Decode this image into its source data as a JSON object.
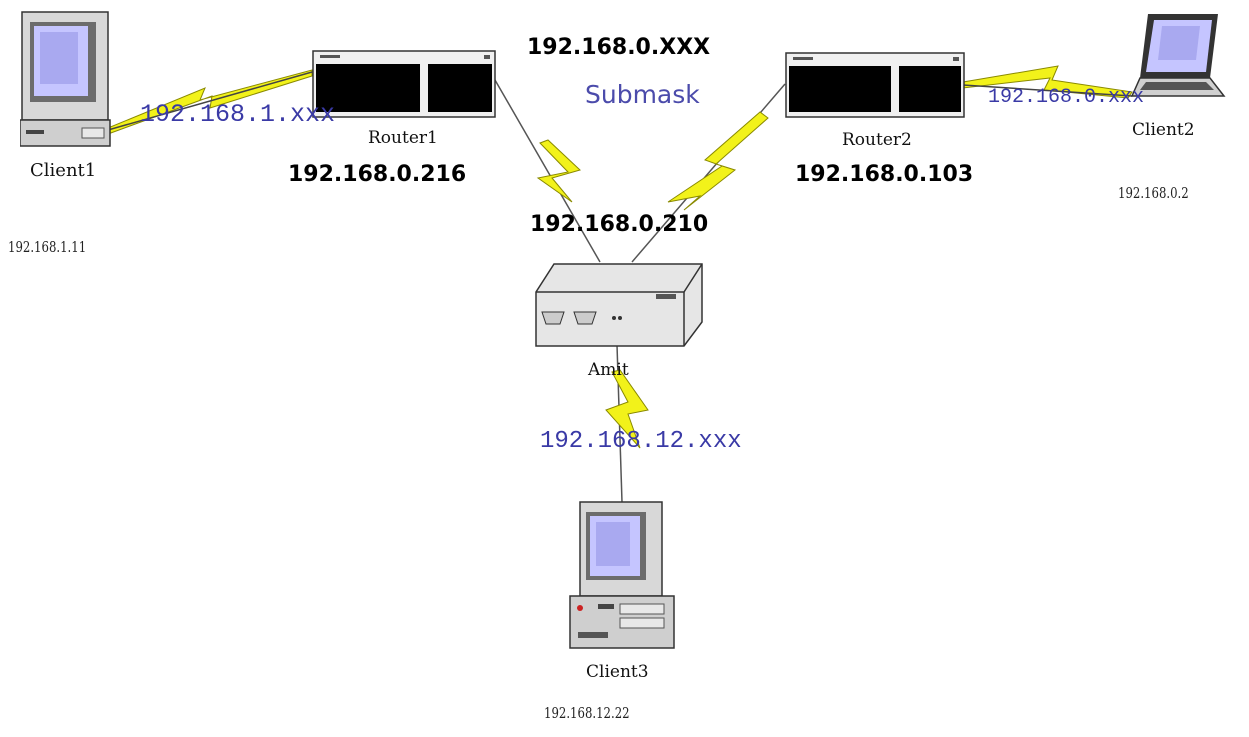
{
  "network": {
    "subnet": "192.168.0.XXX",
    "submask": "Submask",
    "client1": {
      "name": "Client1",
      "ip": "192.168.1.11",
      "link_label": "192.168.1.xxx"
    },
    "router1": {
      "name": "Router1",
      "ip": "192.168.0.216"
    },
    "router2": {
      "name": "Router2",
      "ip": "192.168.0.103"
    },
    "client2": {
      "name": "Client2",
      "ip": "192.168.0.2",
      "link_label": "192.168.0.xxx"
    },
    "amit": {
      "name": "Amit",
      "ip": "192.168.0.210"
    },
    "client3": {
      "name": "Client3",
      "ip": "192.168.12.22",
      "link_label": "192.168.12.xxx"
    }
  },
  "colors": {
    "lightning": "#f2f21a",
    "link_text": "#3a3aa6",
    "screen": "#a9a9f0"
  }
}
